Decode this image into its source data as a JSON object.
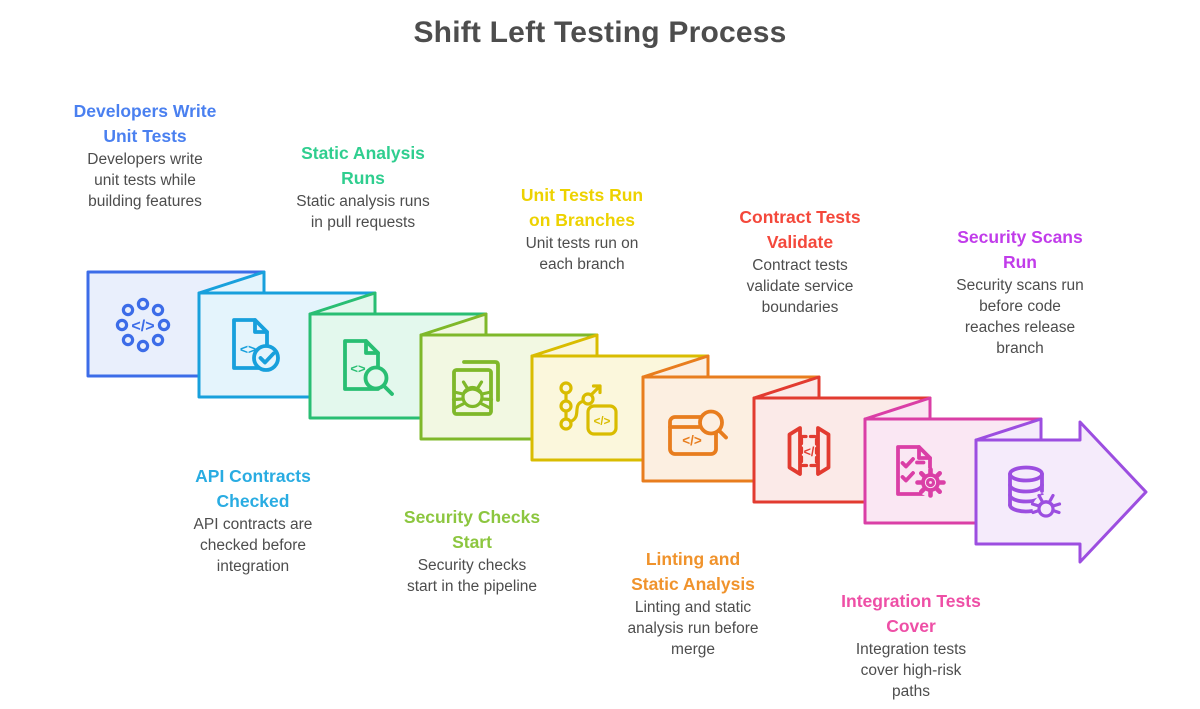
{
  "title": "Shift Left Testing Process",
  "colors": {
    "title_text": "#4D4D4D",
    "body_text": "#4D4D4D",
    "background": "#FFFFFF"
  },
  "steps": [
    {
      "name": "developers-write-unit-tests",
      "label_position": "top",
      "heading": "Developers Write\nUnit Tests",
      "body": "Developers write\nunit tests while\nbuilding features",
      "heading_color": "#4A80F0",
      "shape_stroke": "#3C6CE8",
      "shape_fill": "#E9EFFC",
      "icon": "unit-test-code-icon",
      "icon_glyph": "</>"
    },
    {
      "name": "api-contracts-checked",
      "label_position": "bottom",
      "heading": "API Contracts\nChecked",
      "body": "API contracts are\nchecked before\nintegration",
      "heading_color": "#29ACE2",
      "shape_stroke": "#18A0DC",
      "shape_fill": "#E4F4FC",
      "icon": "file-check-icon",
      "icon_glyph": "<>"
    },
    {
      "name": "static-analysis-runs",
      "label_position": "top",
      "heading": "Static Analysis\nRuns",
      "body": "Static analysis runs\nin pull requests",
      "heading_color": "#2FCE8F",
      "shape_stroke": "#29BE73",
      "shape_fill": "#E3F8ED",
      "icon": "file-search-icon",
      "icon_glyph": "<>"
    },
    {
      "name": "security-checks-start",
      "label_position": "bottom",
      "heading": "Security Checks\nStart",
      "body": "Security checks\nstart in the pipeline",
      "heading_color": "#8CC63F",
      "shape_stroke": "#7FB82A",
      "shape_fill": "#F2F8E2",
      "icon": "bug-file-icon",
      "icon_glyph": ""
    },
    {
      "name": "unit-tests-run-on-branches",
      "label_position": "top",
      "heading": "Unit Tests Run\non Branches",
      "body": "Unit tests run on\neach branch",
      "heading_color": "#EDD200",
      "shape_stroke": "#D9BC00",
      "shape_fill": "#FBF7DC",
      "icon": "git-branch-code-icon",
      "icon_glyph": "</>"
    },
    {
      "name": "linting-and-static-analysis",
      "label_position": "bottom",
      "heading": "Linting and\nStatic Analysis",
      "body": "Linting and static\nanalysis run before\nmerge",
      "heading_color": "#F0932C",
      "shape_stroke": "#E87D1E",
      "shape_fill": "#FCEFE1",
      "icon": "window-code-search-icon",
      "icon_glyph": "</>"
    },
    {
      "name": "contract-tests-validate",
      "label_position": "top",
      "heading": "Contract Tests\nValidate",
      "body": "Contract tests\nvalidate service\nboundaries",
      "heading_color": "#F4483B",
      "shape_stroke": "#E23B30",
      "shape_fill": "#FBEAE8",
      "icon": "contract-brackets-icon",
      "icon_glyph": "</"
    },
    {
      "name": "integration-tests-cover",
      "label_position": "bottom",
      "heading": "Integration Tests\nCover",
      "body": "Integration tests\ncover high-risk\npaths",
      "heading_color": "#EE4FA6",
      "shape_stroke": "#DA3FA6",
      "shape_fill": "#FAE7F3",
      "icon": "checklist-gear-icon",
      "icon_glyph": ""
    },
    {
      "name": "security-scans-run",
      "label_position": "top",
      "heading": "Security Scans\nRun",
      "body": "Security scans run\nbefore code\nreaches release\nbranch",
      "heading_color": "#C13CEA",
      "shape_stroke": "#9C4EE0",
      "shape_fill": "#F5EBFB",
      "icon": "database-bug-icon",
      "icon_glyph": ""
    }
  ]
}
